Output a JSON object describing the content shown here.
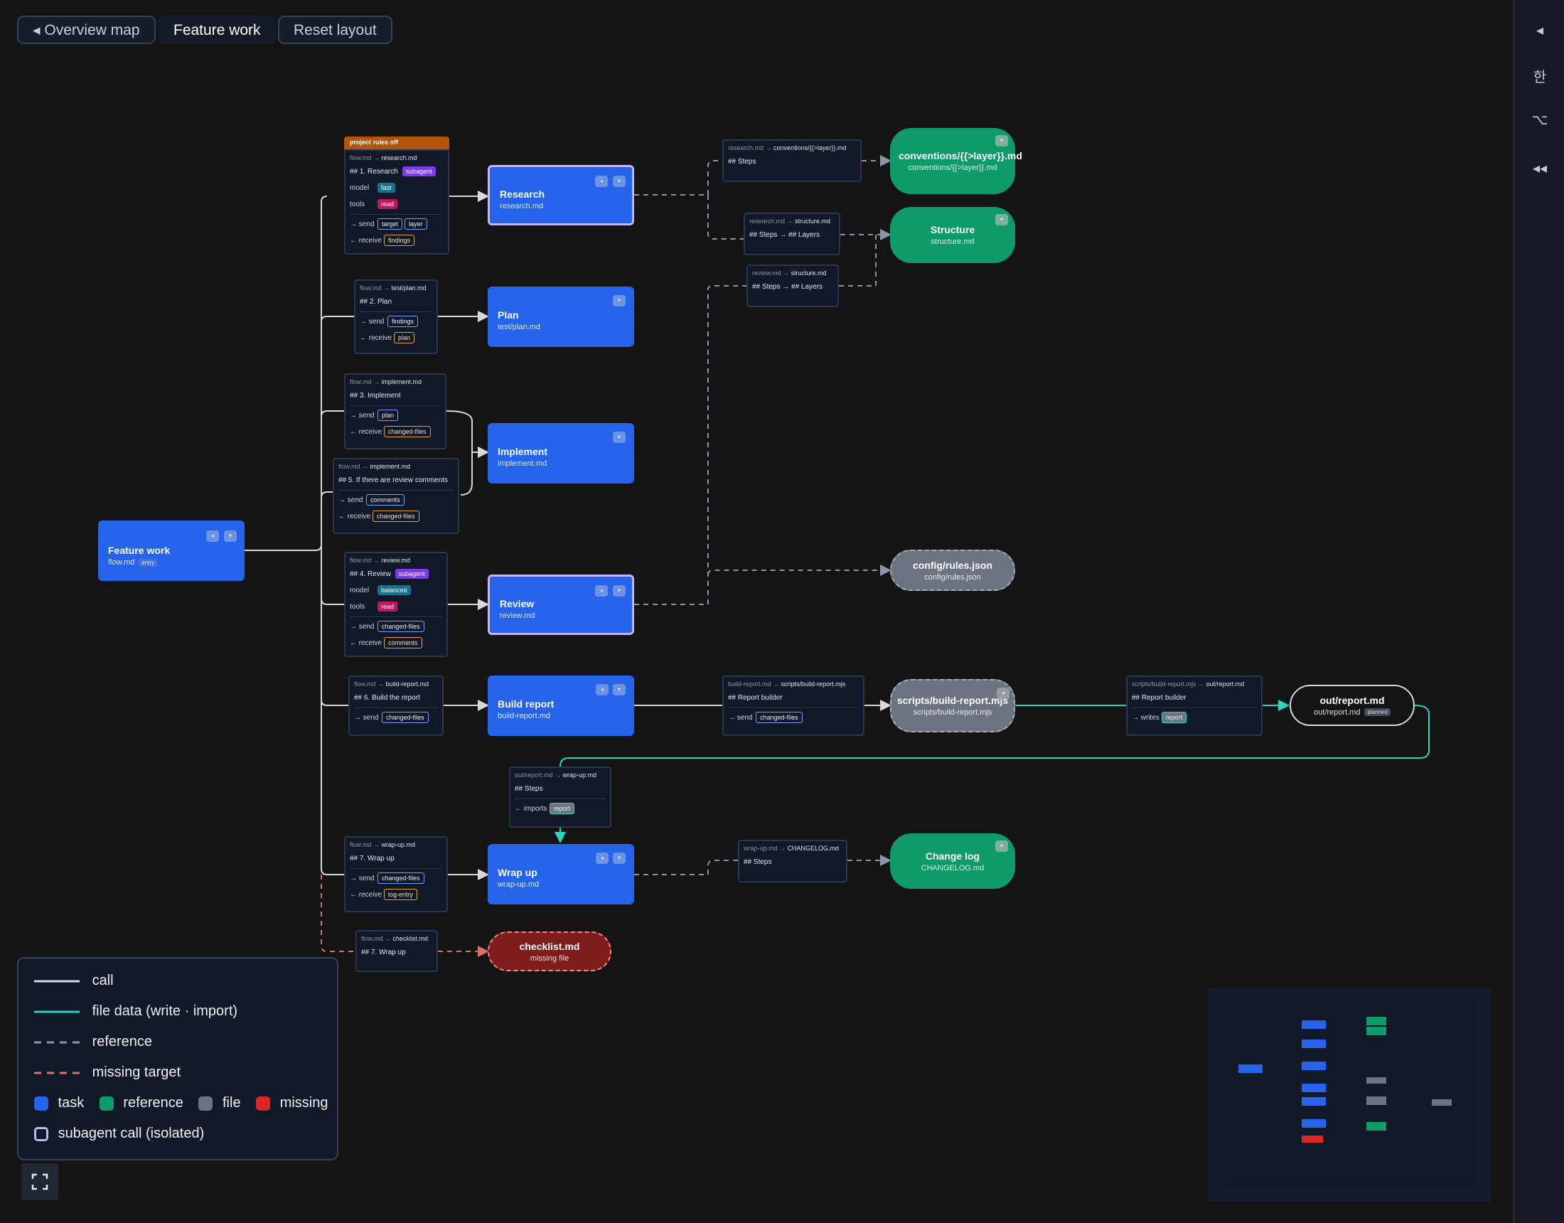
{
  "toolbar": {
    "overview_label": "◂ Overview map",
    "current_label": "Feature work",
    "reset_label": "Reset layout"
  },
  "rail": {
    "collapse_glyph": "◂",
    "language_glyph": "한",
    "option_glyph": "⌥",
    "rewind_glyph": "◂◂"
  },
  "icons": {
    "node_back": "◂",
    "node_menu": "▾",
    "fullscreen": "fullscreen-icon"
  },
  "colors": {
    "task": "#2563eb",
    "reference": "#0f9a6a",
    "file": "#6b7480",
    "missing": "#dc2626",
    "subagent": "#c4b5fd",
    "call": "#d6d9de",
    "file_data": "#2dd4bf",
    "reference_line": "#8b94a8",
    "missing_line": "#e06c6c"
  },
  "nodes": {
    "entry": {
      "title": "Feature work",
      "file": "flow.md",
      "badge": "entry"
    },
    "research": {
      "title": "Research",
      "file": "research.md"
    },
    "plan": {
      "title": "Plan",
      "file": "test/plan.md"
    },
    "implement": {
      "title": "Implement",
      "file": "implement.md"
    },
    "review": {
      "title": "Review",
      "file": "review.md"
    },
    "build": {
      "title": "Build report",
      "file": "build-report.md"
    },
    "wrapup": {
      "title": "Wrap up",
      "file": "wrap-up.md"
    },
    "conventions": {
      "title": "conventions/{{>layer}}.md",
      "file": "conventions/{{>layer}}.md"
    },
    "structure": {
      "title": "Structure",
      "file": "structure.md"
    },
    "rules_json": {
      "title": "config/rules.json",
      "file": "config/rules.json"
    },
    "script": {
      "title": "scripts/build-report.mjs",
      "file": "scripts/build-report.mjs"
    },
    "out_report": {
      "title": "out/report.md",
      "file": "out/report.md",
      "badge": "planned"
    },
    "changelog": {
      "title": "Change log",
      "file": "CHANGELOG.md"
    },
    "checklist": {
      "title": "checklist.md",
      "file": "missing file"
    }
  },
  "cards": {
    "research": {
      "banner": "project rules off",
      "from": "flow.md",
      "to": "research.md",
      "section": "## 1. Research",
      "subagent": "subagent",
      "model_key": "model",
      "model": "fast",
      "tools_key": "tools",
      "tools": "read",
      "send_key": "→ send",
      "send": [
        "target",
        "layer"
      ],
      "receive_key": "← receive",
      "receive": [
        "findings"
      ]
    },
    "plan": {
      "from": "flow.md",
      "to": "test/plan.md",
      "section": "## 2. Plan",
      "send_key": "→ send",
      "send": [
        "findings"
      ],
      "receive_key": "← receive",
      "receive": [
        "plan"
      ]
    },
    "implement": {
      "from": "flow.md",
      "to": "implement.md",
      "section": "## 3. Implement",
      "send_key": "→ send",
      "send": [
        "plan"
      ],
      "receive_key": "← receive",
      "receive": [
        "changed-files"
      ]
    },
    "review_fix": {
      "from": "flow.md",
      "to": "implement.md",
      "section": "## 5. If there are review comments",
      "send_key": "→ send",
      "send": [
        "comments"
      ],
      "receive_key": "← receive",
      "receive": [
        "changed-files"
      ]
    },
    "review": {
      "from": "flow.md",
      "to": "review.md",
      "section": "## 4. Review",
      "subagent": "subagent",
      "model_key": "model",
      "model": "balanced",
      "tools_key": "tools",
      "tools": "read",
      "send_key": "→ send",
      "send": [
        "changed-files"
      ],
      "receive_key": "← receive",
      "receive": [
        "comments"
      ]
    },
    "build": {
      "from": "flow.md",
      "to": "build-report.md",
      "section": "## 6. Build the report",
      "send_key": "→ send",
      "send": [
        "changed-files"
      ]
    },
    "wrapup": {
      "from": "flow.md",
      "to": "wrap-up.md",
      "section": "## 7. Wrap up",
      "send_key": "→ send",
      "send": [
        "changed-files"
      ],
      "receive_key": "← receive",
      "receive": [
        "log-entry"
      ]
    },
    "checklist": {
      "from": "flow.md",
      "to": "checklist.md",
      "section": "## 7. Wrap up"
    },
    "conv_ref": {
      "from": "research.md",
      "to": "conventions/{{>layer}}.md",
      "section": "## Steps"
    },
    "struct_ref1": {
      "from": "research.md",
      "to": "structure.md",
      "section": "## Steps → ## Layers"
    },
    "struct_ref2": {
      "from": "review.md",
      "to": "structure.md",
      "section": "## Steps → ## Layers"
    },
    "script_ref": {
      "from": "build-report.md",
      "to": "scripts/build-report.mjs",
      "section": "## Report builder",
      "send_key": "→ send",
      "send": [
        "changed-files"
      ]
    },
    "writes": {
      "from": "scripts/build-report.mjs",
      "to": "out/report.md",
      "section": "## Report builder",
      "writes_key": "→ writes",
      "writes": [
        "report"
      ]
    },
    "imports": {
      "from": "out/report.md",
      "to": "wrap-up.md",
      "section": "## Steps",
      "imports_key": "← imports",
      "imports": [
        "report"
      ]
    },
    "changelog_ref": {
      "from": "wrap-up.md",
      "to": "CHANGELOG.md",
      "section": "## Steps"
    }
  },
  "legend": {
    "call": "call",
    "file_data": "file data (write · import)",
    "reference": "reference",
    "missing_target": "missing target",
    "task": "task",
    "reference_kind": "reference",
    "file": "file",
    "missing": "missing",
    "subagent": "subagent call (isolated)"
  }
}
